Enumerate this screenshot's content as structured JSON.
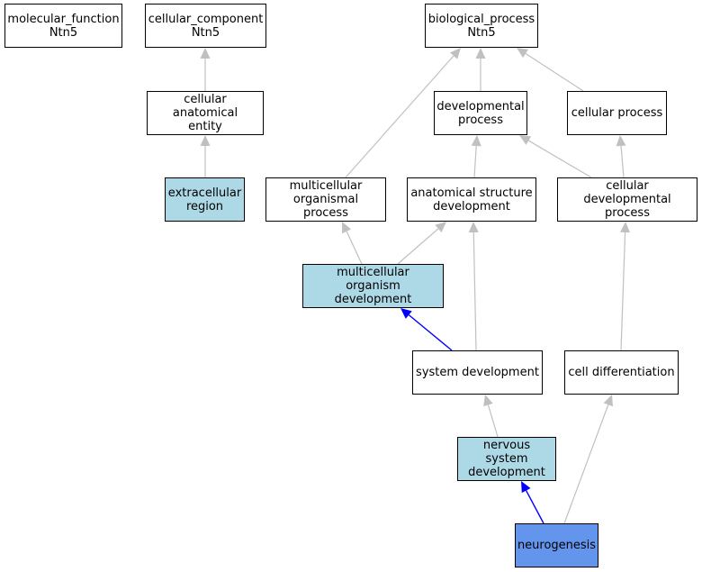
{
  "nodes": {
    "mf": "molecular_function\nNtn5",
    "cc": "cellular_component\nNtn5",
    "bp": "biological_process\nNtn5",
    "cae": "cellular anatomical\nentity",
    "dev": "developmental\nprocess",
    "cp": "cellular process",
    "ecr": "extracellular\nregion",
    "mop": "multicellular\norganismal process",
    "asd": "anatomical structure\ndevelopment",
    "cdp": "cellular developmental\nprocess",
    "mod": "multicellular\norganism development",
    "sd": "system development",
    "cd": "cell differentiation",
    "nsd": "nervous system\ndevelopment",
    "ng": "neurogenesis"
  },
  "colors": {
    "default_fill": "#ffffff",
    "annotated_fill": "#add8e6",
    "focus_fill": "#6495ed",
    "edge_gray": "#c0c0c0",
    "edge_blue": "#0000ff"
  },
  "edges": [
    {
      "from": "cae",
      "to": "cc",
      "type": "gray"
    },
    {
      "from": "ecr",
      "to": "cae",
      "type": "gray"
    },
    {
      "from": "dev",
      "to": "bp",
      "type": "gray"
    },
    {
      "from": "cp",
      "to": "bp",
      "type": "gray"
    },
    {
      "from": "mop",
      "to": "bp",
      "type": "gray"
    },
    {
      "from": "asd",
      "to": "dev",
      "type": "gray"
    },
    {
      "from": "cdp",
      "to": "dev",
      "type": "gray"
    },
    {
      "from": "cdp",
      "to": "cp",
      "type": "gray"
    },
    {
      "from": "mod",
      "to": "mop",
      "type": "gray"
    },
    {
      "from": "mod",
      "to": "asd",
      "type": "gray"
    },
    {
      "from": "sd",
      "to": "mod",
      "type": "blue"
    },
    {
      "from": "sd",
      "to": "asd",
      "type": "gray"
    },
    {
      "from": "cd",
      "to": "cdp",
      "type": "gray"
    },
    {
      "from": "nsd",
      "to": "sd",
      "type": "gray"
    },
    {
      "from": "ng",
      "to": "nsd",
      "type": "blue"
    },
    {
      "from": "ng",
      "to": "cd",
      "type": "gray"
    }
  ]
}
